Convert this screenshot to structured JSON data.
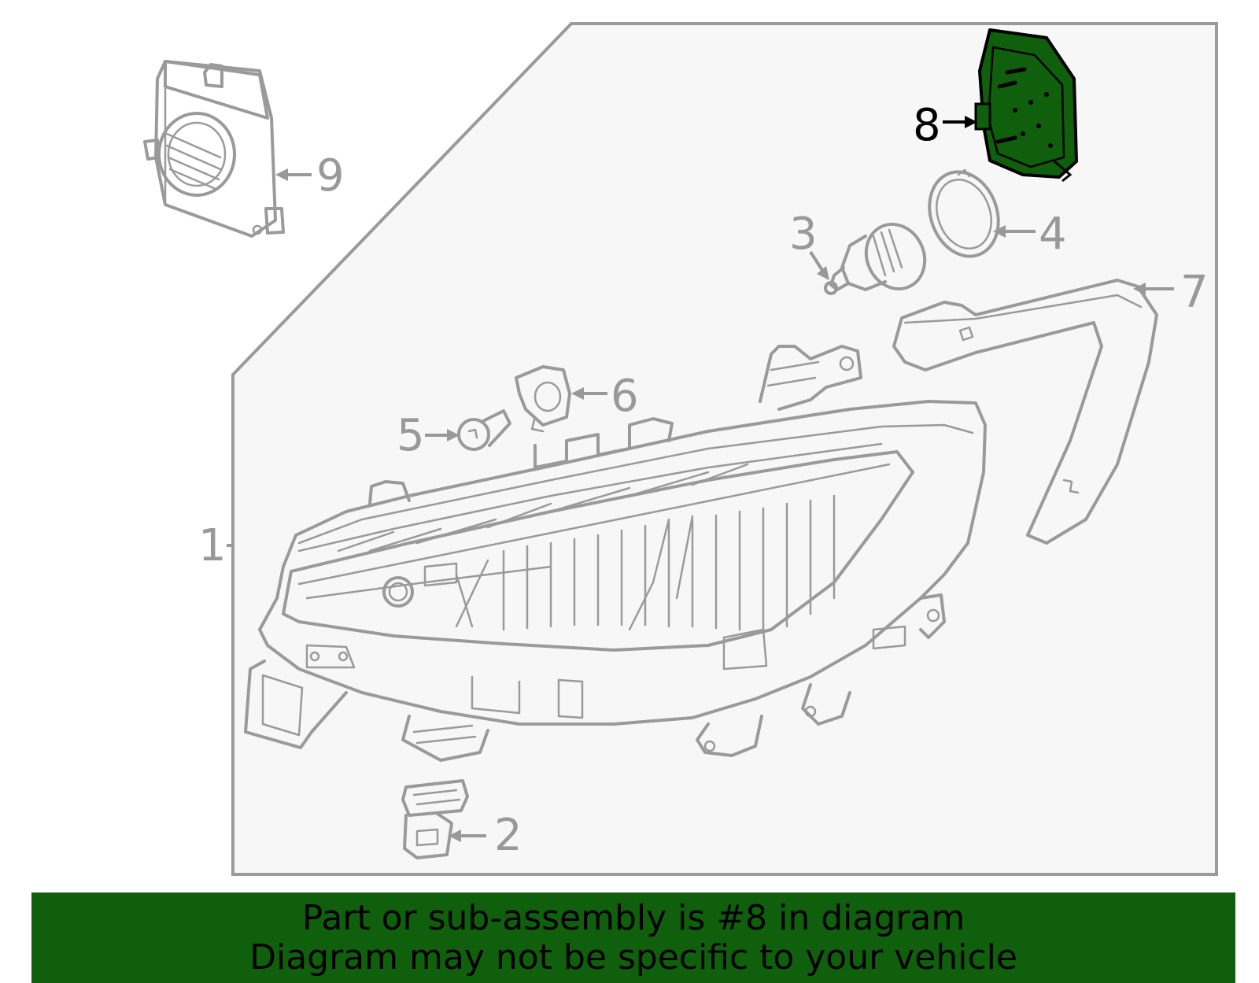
{
  "diagram": {
    "highlight_color": "#0f5f0c",
    "outline_color": "#9a9a9a",
    "panel_fill": "#f7f7f7",
    "highlighted_part": "8",
    "callouts": [
      {
        "label": "1",
        "part": "headlamp-assembly",
        "highlighted": false
      },
      {
        "label": "2",
        "part": "connector-bracket",
        "highlighted": false
      },
      {
        "label": "3",
        "part": "bulb-socket",
        "highlighted": false
      },
      {
        "label": "4",
        "part": "dust-cap",
        "highlighted": false
      },
      {
        "label": "5",
        "part": "small-bulb",
        "highlighted": false
      },
      {
        "label": "6",
        "part": "lamp-socket",
        "highlighted": false
      },
      {
        "label": "7",
        "part": "trim-seal",
        "highlighted": false
      },
      {
        "label": "8",
        "part": "led-control-module",
        "highlighted": true
      },
      {
        "label": "9",
        "part": "ballast-module",
        "highlighted": false
      }
    ]
  },
  "banner": {
    "line1": "Part or sub-assembly is #8 in diagram",
    "line2": "Diagram may not be specific to your vehicle",
    "background": "#0f5f0c"
  }
}
